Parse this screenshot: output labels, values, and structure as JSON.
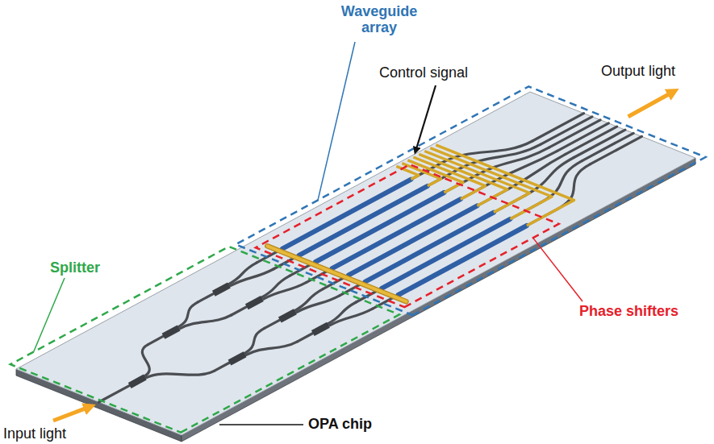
{
  "diagram": {
    "labels": [
      "Waveguide array",
      "Control signal",
      "Output light",
      "Splitter",
      "Phase shifters",
      "Input light",
      "OPA chip"
    ]
  }
}
